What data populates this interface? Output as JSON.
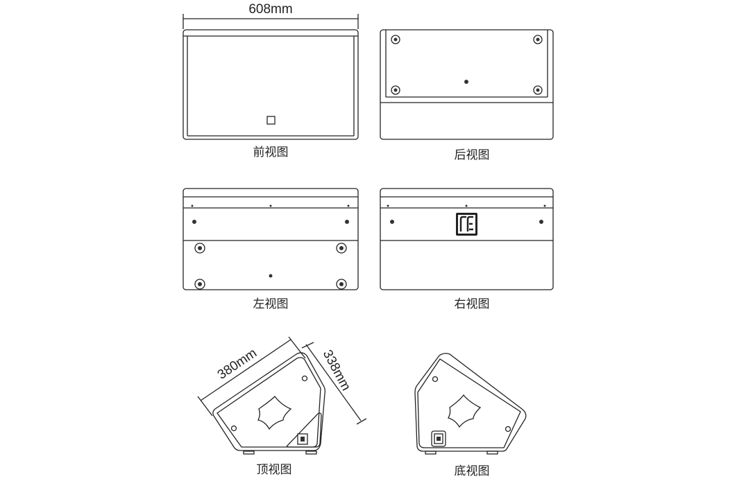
{
  "dimensions": {
    "width": "608mm",
    "depth": "380mm",
    "height": "338mm"
  },
  "views": {
    "front": "前视图",
    "back": "后视图",
    "left": "左视图",
    "right": "右视图",
    "top": "顶视图",
    "bottom": "底视图"
  },
  "colors": {
    "line": "#222222",
    "background": "#ffffff"
  }
}
